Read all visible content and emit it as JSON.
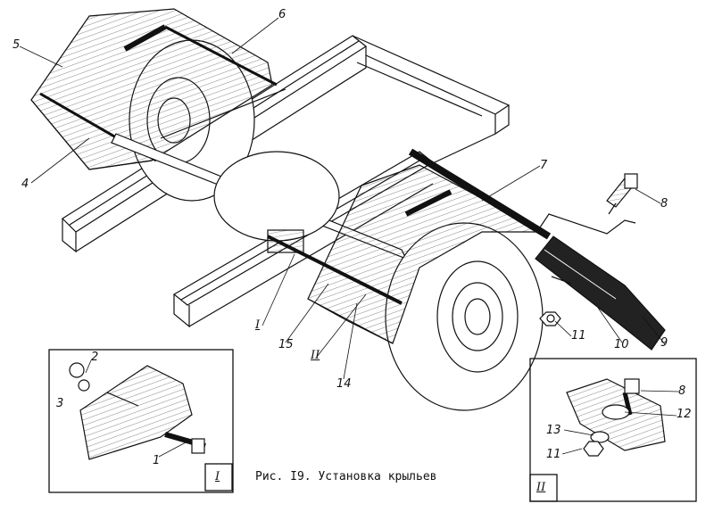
{
  "caption": "Рис. I9. Установка крыльев",
  "callouts": {
    "c1": "1",
    "c2": "2",
    "c3": "3",
    "c4": "4",
    "c5": "5",
    "c6": "6",
    "c7": "7",
    "c8a": "8",
    "c8b": "8",
    "c9": "9",
    "c10": "10",
    "c11a": "11",
    "c11b": "11",
    "c12": "12",
    "c13": "13",
    "c14": "14",
    "c15": "15"
  },
  "views": {
    "detail_i": "I",
    "detail_ii": "II",
    "marker_i": "I",
    "marker_ii": "II"
  },
  "colors": {
    "ink": "#111111",
    "paper": "#ffffff"
  }
}
